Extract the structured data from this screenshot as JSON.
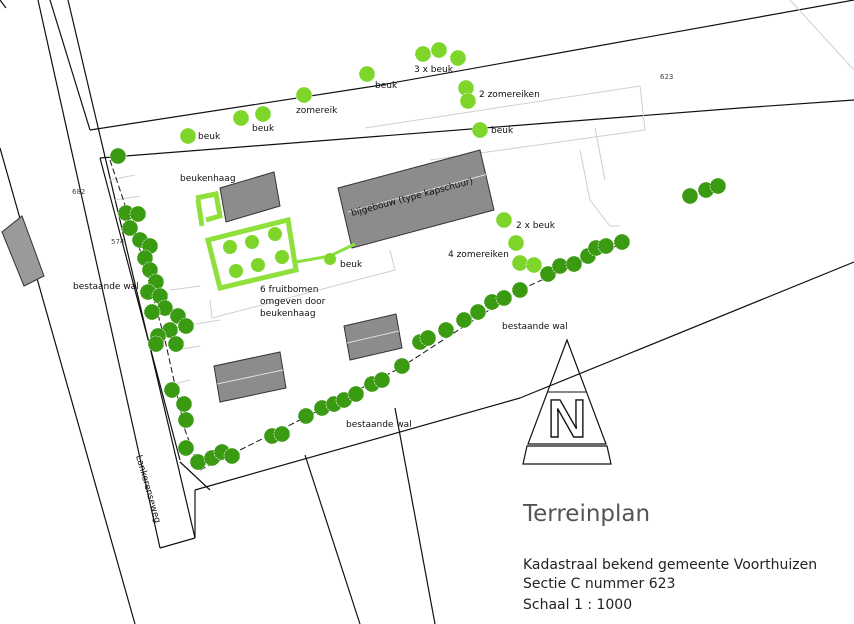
{
  "title": "Terreinplan",
  "info": {
    "line1": "Kadastraal bekend gemeente Voorthuizen",
    "line2": "Sectie C  nummer 623",
    "line3": "Schaal 1 : 1000"
  },
  "road_name": "Lankerenseweg",
  "parcel_numbers": {
    "p623": "623",
    "p682": "682",
    "p574": "574"
  },
  "labels": {
    "beuk_1": "beuk",
    "beuk_2": "beuk",
    "zomereik": "zomereik",
    "beuk_3": "beuk",
    "three_beuk": "3 x beuk",
    "two_zomereiken": "2 zomereiken",
    "beuk_4": "beuk",
    "beukenhaag": "beukenhaag",
    "bijgebouw": "bijgebouw (type kapschuur)",
    "two_beuk": "2 x beuk",
    "four_zomereiken": "4 zomereiken",
    "beuk_5": "beuk",
    "fruit_1": "6 fruitbomen",
    "fruit_2": "omgeven door",
    "fruit_3": "beukenhaag",
    "wal_left": "bestaande wal",
    "wal_right": "bestaande wal",
    "wal_bottom": "bestaande wal"
  },
  "north_arrow": {
    "letter": "N"
  },
  "colors": {
    "tree_dark": "#3a9a12",
    "tree_light": "#7fd62a",
    "building": "#8c8c8c",
    "hedge": "#8fe03c"
  }
}
